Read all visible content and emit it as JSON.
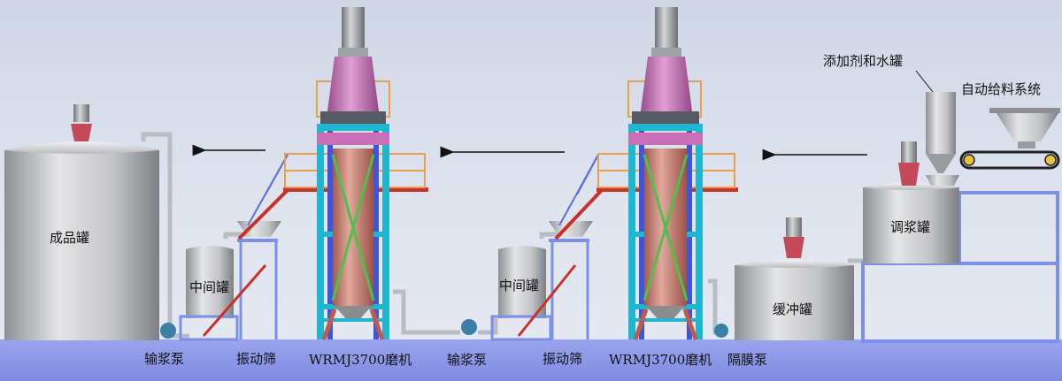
{
  "tanks": {
    "finished_product": "成品罐",
    "intermediate": "中间罐",
    "buffer": "缓冲罐",
    "mixing": "调浆罐"
  },
  "equipment": {
    "additive_water_tank": "添加剂和水罐",
    "auto_feeding_system": "自动给料系统"
  },
  "bottom_labels": {
    "pump_1": "输浆泵",
    "screen_1": "振动筛",
    "mill_1": "WRMJ3700磨机",
    "pump_2": "输浆泵",
    "screen_2": "振动筛",
    "mill_2": "WRMJ3700磨机",
    "diaphragm_pump": "隔膜泵"
  },
  "colors": {
    "floor": "#8f9be9",
    "frame_cyan": "#21b6cf",
    "frame_blue": "#7c8fe9",
    "mill_body": "#c77a70",
    "rail_orange": "#e9a04a",
    "stair_red": "#c9322a",
    "motor_magenta": "#c96fb8"
  }
}
